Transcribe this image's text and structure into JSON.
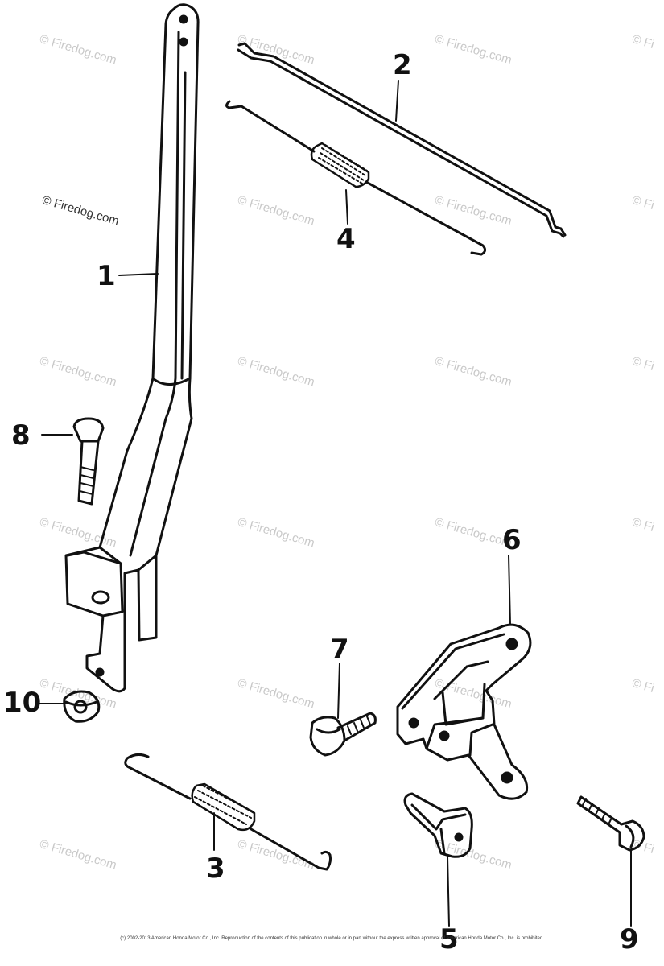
{
  "watermark": {
    "text": "© Firedog.com",
    "partial_text": "© Fi",
    "color": "#c9c9c9"
  },
  "callouts": {
    "c1": "1",
    "c2": "2",
    "c3": "3",
    "c4": "4",
    "c5": "5",
    "c6": "6",
    "c7": "7",
    "c8": "8",
    "c9": "9",
    "c10": "10"
  },
  "footer": {
    "copyright": "(c) 2002-2013 American Honda Motor Co., Inc. Reproduction of the contents of this publication in whole or in part without the express written approval of American Honda Motor Co., Inc. is prohibited."
  },
  "colors": {
    "line": "#111111",
    "watermark": "#c9c9c9"
  }
}
